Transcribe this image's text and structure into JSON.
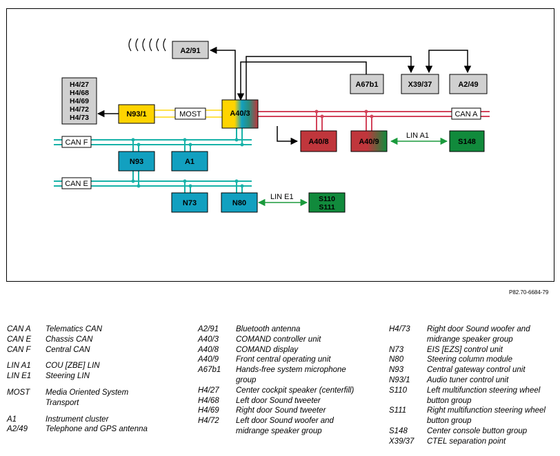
{
  "diagram": {
    "boxes": {
      "A2_91": "A2/91",
      "A67b1": "A67b1",
      "X39_37": "X39/37",
      "A2_49": "A2/49",
      "A40_3": "A40/3",
      "N93_1": "N93/1",
      "MOST": "MOST",
      "A40_8": "A40/8",
      "A40_9": "A40/9",
      "S148": "S148",
      "N93": "N93",
      "A1": "A1",
      "N73": "N73",
      "N80": "N80",
      "S110": "S110",
      "S111": "S111",
      "CAN_A": "CAN A",
      "CAN_F": "CAN F",
      "CAN_E": "CAN E"
    },
    "h4_group": [
      "H4/27",
      "H4/68",
      "H4/69",
      "H4/72",
      "H4/73"
    ],
    "lin_a1": "LIN A1",
    "lin_e1": "LIN E1",
    "colors": {
      "gray_box": "#d0d0d0",
      "yellow": "#ffd400",
      "red": "#c0363c",
      "green": "#118a3c",
      "blue": "#12a0c0",
      "can_line": "#17b2a8",
      "most_line": "#ffe24a",
      "can_a_line": "#d2435a",
      "lin_line": "#1a9a3c"
    }
  },
  "ref_number": "P82.70-6684-79",
  "legend": {
    "col1": [
      {
        "code": "CAN A",
        "desc": "Telematics CAN"
      },
      {
        "code": "CAN E",
        "desc": "Chassis CAN"
      },
      {
        "code": "CAN F",
        "desc": "Central CAN"
      },
      {
        "code": "",
        "desc": ""
      },
      {
        "code": "LIN A1",
        "desc": "COU [ZBE] LIN"
      },
      {
        "code": "LIN E1",
        "desc": "Steering LIN"
      },
      {
        "code": "",
        "desc": ""
      },
      {
        "code": "MOST",
        "desc": "Media Oriented System Transport"
      },
      {
        "code": "",
        "desc": ""
      },
      {
        "code": "A1",
        "desc": "Instrument cluster"
      },
      {
        "code": "A2/49",
        "desc": "Telephone and GPS antenna"
      }
    ],
    "col2": [
      {
        "code": "A2/91",
        "desc": "Bluetooth antenna"
      },
      {
        "code": "A40/3",
        "desc": "COMAND controller unit"
      },
      {
        "code": "A40/8",
        "desc": "COMAND display"
      },
      {
        "code": "A40/9",
        "desc": "Front central operating unit"
      },
      {
        "code": "A67b1",
        "desc": "Hands-free system microphone group"
      },
      {
        "code": "H4/27",
        "desc": "Center cockpit speaker (centerfill)"
      },
      {
        "code": "H4/68",
        "desc": "Left door Sound tweeter"
      },
      {
        "code": "H4/69",
        "desc": "Right door Sound tweeter"
      },
      {
        "code": "H4/72",
        "desc": "Left door Sound woofer and midrange speaker group"
      }
    ],
    "col3": [
      {
        "code": "H4/73",
        "desc": "Right door Sound woofer and midrange speaker group"
      },
      {
        "code": "N73",
        "desc": "EIS [EZS] control unit"
      },
      {
        "code": "N80",
        "desc": "Steering column module"
      },
      {
        "code": "N93",
        "desc": "Central gateway control unit"
      },
      {
        "code": "N93/1",
        "desc": "Audio tuner control unit"
      },
      {
        "code": "S110",
        "desc": "Left multifunction steering wheel button group"
      },
      {
        "code": "S111",
        "desc": "Right multifunction steering wheel button group"
      },
      {
        "code": "S148",
        "desc": "Center console button group"
      },
      {
        "code": "X39/37",
        "desc": "CTEL separation point"
      }
    ]
  }
}
